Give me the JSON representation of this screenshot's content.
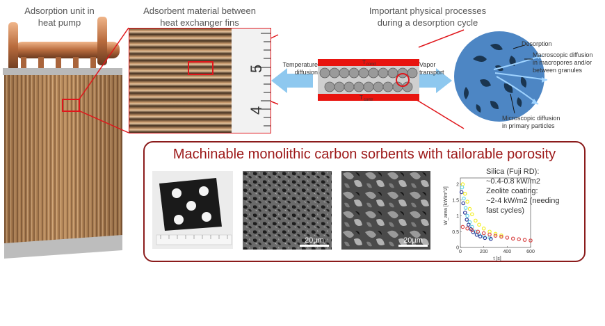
{
  "captions": {
    "unit_line1": "Adsorption unit in",
    "unit_line2": "heat pump",
    "fins_line1": "Adsorbent material between",
    "fins_line2": "heat exchanger fins",
    "processes_line1": "Important physical processes",
    "processes_line2": "during a desorption cycle"
  },
  "ruler": {
    "major_4": "4",
    "major_5": "5"
  },
  "channel": {
    "temperature_diffusion_line1": "Temperature",
    "temperature_diffusion_line2": "diffusion",
    "t_cond": "T",
    "t_cond_sub": "cond",
    "t_contr": "T",
    "t_contr_sub": "contr",
    "vapor_transport_line1": "Vapor",
    "vapor_transport_line2": "transport"
  },
  "granule": {
    "desorption": "Desorption",
    "macro_line1": "Macroscopic diffusion",
    "macro_line2": "in macropores and/or",
    "macro_line3": "between granules",
    "micro_line1": "Microscopic diffusion",
    "micro_line2": "in primary particles"
  },
  "panel": {
    "title": "Machinable monolithic carbon sorbents with tailorable porosity",
    "sem1_scale": "20µm",
    "sem2_scale": "20µm",
    "legend_line1": "Silica (Fuji RD):",
    "legend_line2": "~0.4-0.8 kW/m2",
    "legend_line3": "Zeolite coating:",
    "legend_line4": "~2-4 kW/m2 (needing",
    "legend_line5": "fast cycles)"
  },
  "chart_data": {
    "type": "scatter",
    "title": "",
    "xlabel": "t [s]",
    "ylabel": "W_area [kW/m^2]",
    "xlim": [
      0,
      600
    ],
    "ylim": [
      0,
      2.2
    ],
    "x_ticks": [
      "0",
      "200",
      "400",
      "600"
    ],
    "y_ticks": [
      "0",
      "0.5",
      "1",
      "1.5",
      "2"
    ],
    "series": [
      {
        "color": "#f2ef2a",
        "x": [
          20,
          40,
          60,
          80,
          100,
          130,
          160,
          200,
          250,
          300,
          350
        ],
        "y": [
          2.0,
          1.7,
          1.45,
          1.22,
          1.05,
          0.85,
          0.72,
          0.6,
          0.5,
          0.43,
          0.38
        ]
      },
      {
        "color": "#69d7e8",
        "x": [
          15,
          30,
          45,
          60,
          80,
          100,
          130,
          160,
          200,
          250
        ],
        "y": [
          1.9,
          1.55,
          1.25,
          1.0,
          0.8,
          0.65,
          0.5,
          0.42,
          0.36,
          0.31
        ]
      },
      {
        "color": "#2e3d9a",
        "x": [
          10,
          25,
          40,
          55,
          70,
          90,
          110,
          140,
          170,
          210,
          260
        ],
        "y": [
          1.75,
          1.4,
          1.1,
          0.88,
          0.72,
          0.58,
          0.48,
          0.4,
          0.35,
          0.3,
          0.27
        ]
      },
      {
        "color": "#d94949",
        "x": [
          20,
          60,
          100,
          150,
          200,
          250,
          300,
          350,
          400,
          450,
          500,
          550,
          600
        ],
        "y": [
          0.65,
          0.6,
          0.55,
          0.5,
          0.45,
          0.41,
          0.37,
          0.34,
          0.31,
          0.28,
          0.26,
          0.24,
          0.22
        ]
      }
    ]
  },
  "colors": {
    "highlight_red": "#e0161b",
    "panel_border": "#8b1b1b",
    "title_red": "#9c1818",
    "arrow_blue": "#8ec8ef",
    "granule_blue": "#4d86c4"
  }
}
